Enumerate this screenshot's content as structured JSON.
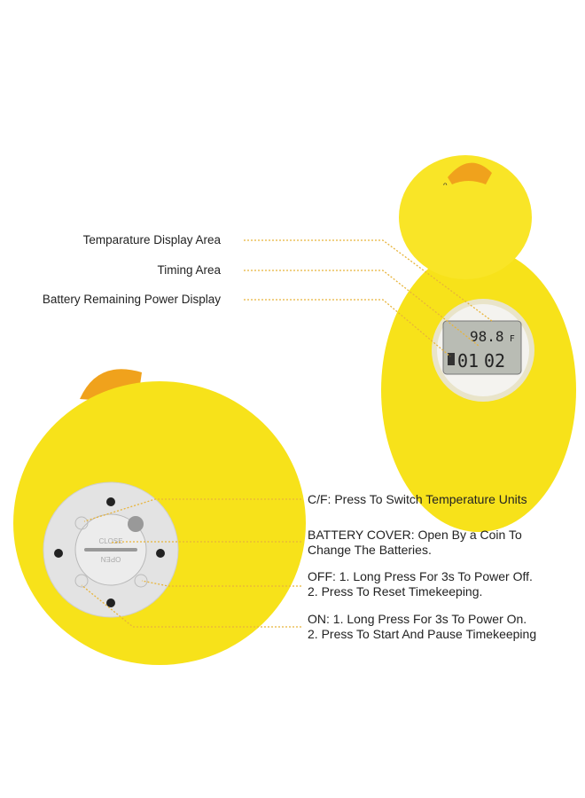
{
  "top_labels": {
    "temperature_display": "Temparature Display Area",
    "timing_area": "Timing Area",
    "battery_display": "Battery Remaining Power Display"
  },
  "lcd": {
    "temperature": "98.8",
    "unit": "F",
    "time_min": "01",
    "time_sec": "02"
  },
  "battery_cover_text": {
    "close": "CLOSE",
    "open": "OPEN"
  },
  "bottom_labels": {
    "cf": "C/F: Press To Switch Temperature Units",
    "battery_cover_1": "BATTERY COVER: Open By a Coin To",
    "battery_cover_2": "Change The Batteries.",
    "off_1": "OFF: 1. Long Press For 3s To Power Off.",
    "off_2": "2. Press To Reset Timekeeping.",
    "on_1": "ON: 1. Long Press For 3s To Power On.",
    "on_2": "2. Press To Start And Pause Timekeeping"
  },
  "colors": {
    "duck": "#f7e21a",
    "beak": "#f0a21c",
    "leader": "#e8b43a"
  }
}
